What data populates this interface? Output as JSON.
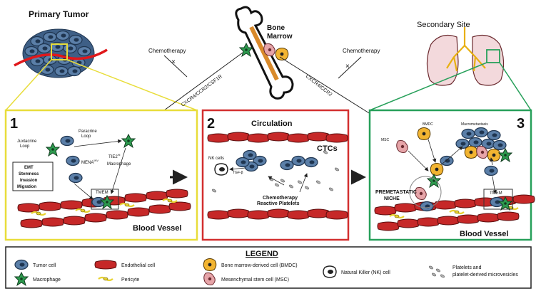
{
  "top": {
    "primary_tumor": "Primary Tumor",
    "bone_marrow_line1": "Bone",
    "bone_marrow_line2": "Marrow",
    "secondary_site": "Secondary Site",
    "chemo_left": "Chemotherapy",
    "chemo_right": "Chemotherapy",
    "chemo_symbol": "×",
    "axis_left": "CXCR4/CCR2/CSF1R",
    "axis_right": "CXCR4/CCR2"
  },
  "panel1": {
    "number": "1",
    "juxtacrine_1": "Juxtacrine",
    "juxtacrine_2": "Loop",
    "paracrine_1": "Paracrine",
    "paracrine_2": "Loop",
    "box": [
      "EMT",
      "Stemness",
      "Invasion",
      "Migration"
    ],
    "mena": "MENA",
    "mena_sup": "INV",
    "tie2": "TIE2",
    "tie2_sup": "Hi",
    "macrophage": "Macrophage",
    "tmem": "TMEM",
    "vessel": "Blood Vessel"
  },
  "panel2": {
    "number": "2",
    "title": "Circulation",
    "ctcs": "CTCs",
    "nk": "NK cells",
    "tgfb": "TGF-β",
    "platelets_1": "Chemotherapy",
    "platelets_2": "Reactive Platelets"
  },
  "panel3": {
    "number": "3",
    "bmdc": "BMDC",
    "msc": "MSC",
    "macrometastasis": "Macrometastasis",
    "premet_1": "PREMETASTATIC",
    "premet_2": "NICHE",
    "tmem": "TMEM",
    "vessel": "Blood Vessel"
  },
  "legend": {
    "title": "LEGEND",
    "tumor_cell": "Tumor cell",
    "macrophage": "Macrophage",
    "endothelial": "Endothelial cell",
    "pericyte": "Pericyte",
    "bmdc": "Bone marrow-derived cell (BMDC)",
    "msc": "Mesenchymal stem cell (MSC)",
    "nk": "Natural Killer (NK) cell",
    "platelets_1": "Platelets and",
    "platelets_2": "platelet-derived microvesicles"
  },
  "colors": {
    "tumor": "#5b7fa8",
    "tumor_dark": "#1f3550",
    "macrophage": "#2d9a4e",
    "endothelial": "#c62828",
    "pericyte": "#e8d230",
    "bmdc": "#f2b431",
    "msc": "#e6a4a8",
    "panel1": "#e8dd3a",
    "panel2": "#d32f2f",
    "panel3": "#27a05a",
    "lung": "#f3d9dc",
    "bone_core": "#d98a2b"
  }
}
